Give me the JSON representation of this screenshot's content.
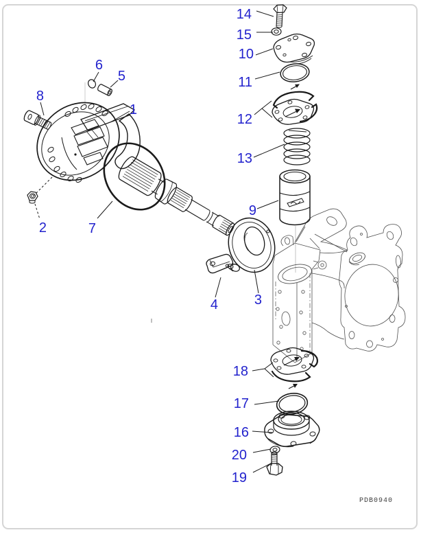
{
  "page": {
    "drawing_code": "PDB0940"
  },
  "colors": {
    "callout_text": "#2222cd",
    "part_line": "#1a1a1a",
    "housing_line": "#4d4d4d",
    "frame": "#d5d5d5"
  },
  "callouts": {
    "c1": {
      "label": "1"
    },
    "c2": {
      "label": "2"
    },
    "c3": {
      "label": "3"
    },
    "c4": {
      "label": "4"
    },
    "c5": {
      "label": "5"
    },
    "c6": {
      "label": "6"
    },
    "c7": {
      "label": "7"
    },
    "c8": {
      "label": "8"
    },
    "c9": {
      "label": "9"
    },
    "c10": {
      "label": "10"
    },
    "c11": {
      "label": "11"
    },
    "c12": {
      "label": "12"
    },
    "c13": {
      "label": "13"
    },
    "c14": {
      "label": "14"
    },
    "c15": {
      "label": "15"
    },
    "c16": {
      "label": "16"
    },
    "c17": {
      "label": "17"
    },
    "c18": {
      "label": "18"
    },
    "c19": {
      "label": "19"
    },
    "c20": {
      "label": "20"
    }
  }
}
